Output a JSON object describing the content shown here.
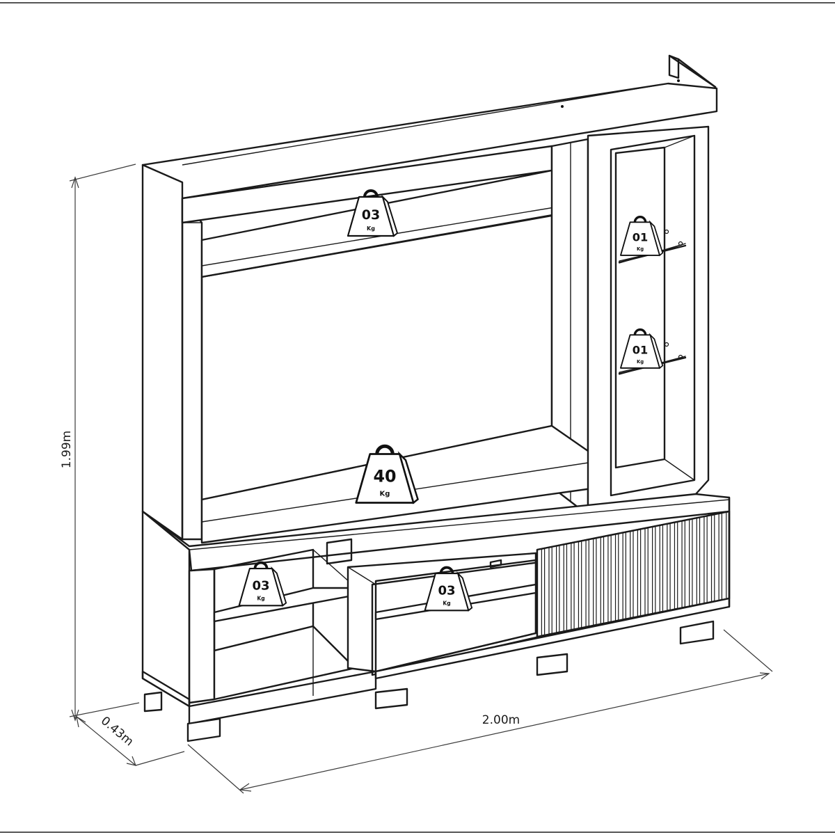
{
  "dimensions": {
    "height": "1.99m",
    "width": "2.00m",
    "depth": "0.43m"
  },
  "weights": {
    "unit": "Kg",
    "top_shelf": "03",
    "glass_shelf_upper": "01",
    "glass_shelf_lower": "01",
    "tv_shelf": "40",
    "left_niche": "03",
    "center_niche": "03"
  }
}
